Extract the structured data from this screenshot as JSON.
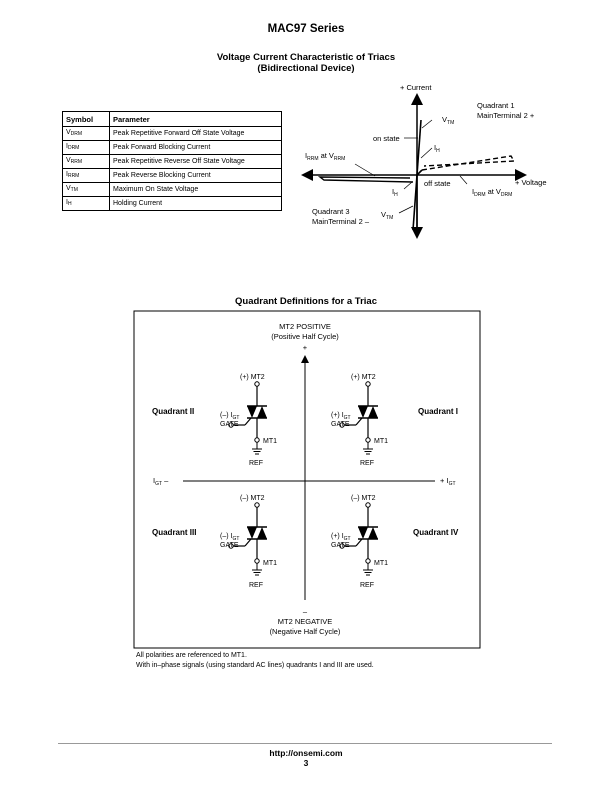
{
  "header": {
    "title": "MAC97 Series"
  },
  "vi_section": {
    "title_line1": "Voltage Current Characteristic of Triacs",
    "title_line2": "(Bidirectional Device)"
  },
  "symbol_table": {
    "headers": [
      "Symbol",
      "Parameter"
    ],
    "rows": [
      {
        "sym": "V",
        "sub": "DRM",
        "param": "Peak Repetitive Forward Off State Voltage"
      },
      {
        "sym": "I",
        "sub": "DRM",
        "param": "Peak Forward Blocking Current"
      },
      {
        "sym": "V",
        "sub": "RRM",
        "param": "Peak Repetitive Reverse Off State Voltage"
      },
      {
        "sym": "I",
        "sub": "RRM",
        "param": "Peak Reverse Blocking Current"
      },
      {
        "sym": "V",
        "sub": "TM",
        "param": "Maximum On State Voltage"
      },
      {
        "sym": "I",
        "sub": "H",
        "param": "Holding Current"
      }
    ]
  },
  "vi_chart": {
    "y_plus": "+ Current",
    "x_plus": "+ Voltage",
    "q1_line1": "Quadrant 1",
    "q1_line2": "MainTerminal 2 +",
    "q3_line1": "Quadrant 3",
    "q3_line2": "MainTerminal 2 –",
    "on_state": "on state",
    "off_state": "off state",
    "vtm_v": "V",
    "vtm_sub": "TM",
    "ih_i": "I",
    "ih_sub": "H",
    "irrm_i": "I",
    "irrm_sub": "RRM",
    "irrm_at": " at V",
    "irrm_sub2": "RRM",
    "idrm_i": "I",
    "idrm_sub": "DRM",
    "idrm_at": " at V",
    "idrm_sub2": "DRM"
  },
  "quadrant_section": {
    "title": "Quadrant Definitions for a Triac",
    "mt2_pos_line1": "MT2 POSITIVE",
    "mt2_pos_line2": "(Positive Half Cycle)",
    "plus": "+",
    "minus": "–",
    "mt2_neg_line1": "MT2 NEGATIVE",
    "mt2_neg_line2": "(Negative Half Cycle)",
    "igt_minus": "I",
    "igt_minus_sub": "GT",
    "igt_minus_sign": " –",
    "igt_plus_sign": "+ I",
    "igt_plus_sub": "GT",
    "quadrants": [
      {
        "name": "Quadrant II",
        "mt2": "(+) MT2",
        "igt_sign": "(–) I",
        "igt_sub": "GT",
        "gate": "GATE",
        "mt1": "MT1",
        "ref": "REF"
      },
      {
        "name": "Quadrant I",
        "mt2": "(+) MT2",
        "igt_sign": "(+) I",
        "igt_sub": "GT",
        "gate": "GATE",
        "mt1": "MT1",
        "ref": "REF"
      },
      {
        "name": "Quadrant III",
        "mt2": "(–) MT2",
        "igt_sign": "(–) I",
        "igt_sub": "GT",
        "gate": "GATE",
        "mt1": "MT1",
        "ref": "REF"
      },
      {
        "name": "Quadrant IV",
        "mt2": "(–) MT2",
        "igt_sign": "(+) I",
        "igt_sub": "GT",
        "gate": "GATE",
        "mt1": "MT1",
        "ref": "REF"
      }
    ],
    "note1": "All polarities are referenced to MT1.",
    "note2": "With in–phase signals (using standard AC lines) quadrants I and III are used."
  },
  "footer": {
    "url": "http://onsemi.com",
    "page": "3"
  }
}
